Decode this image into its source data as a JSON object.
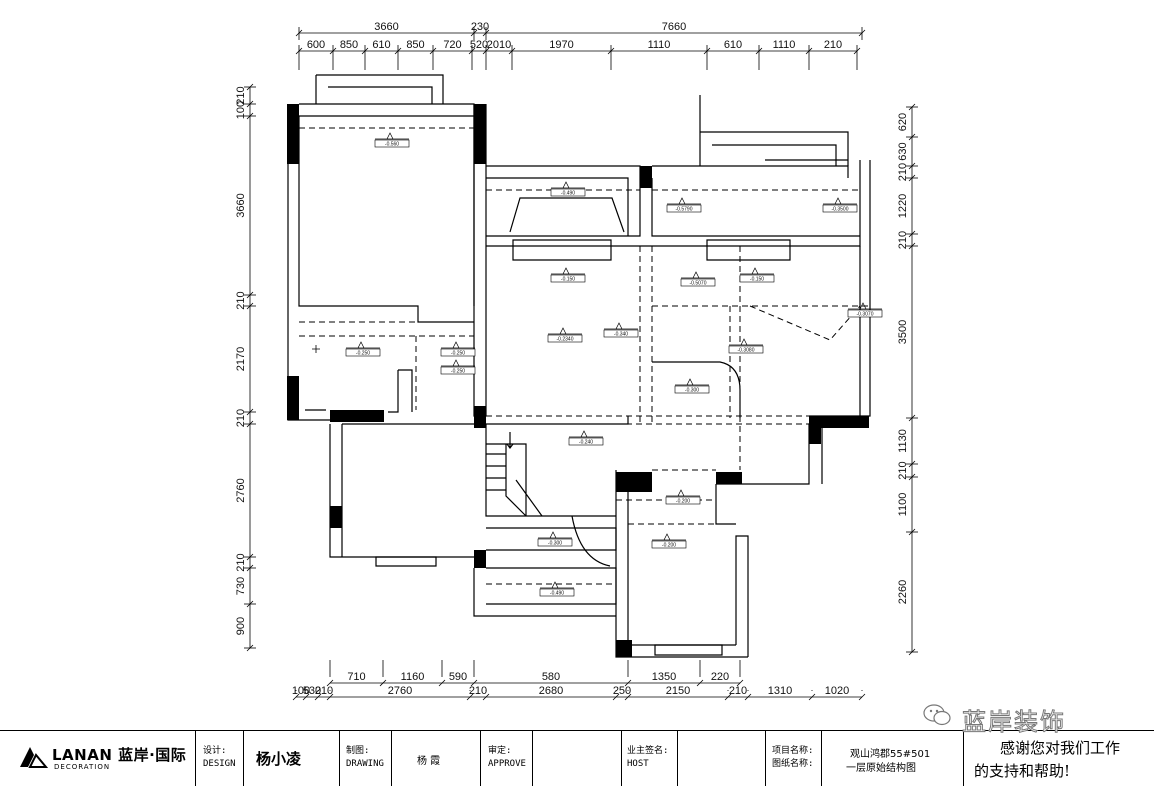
{
  "drawing": {
    "dims_top_total": [
      "3660",
      "230",
      "7660"
    ],
    "dims_top": [
      "600",
      "850",
      "610",
      "850",
      "720",
      "520",
      "2010",
      "1970",
      "1110",
      "610",
      "1110",
      "210"
    ],
    "dims_bottom": [
      "710",
      "1160",
      "590",
      "580",
      "1350",
      "220"
    ],
    "dims_bottom_total": [
      "100",
      "530",
      "210",
      "2760",
      "210",
      "2680",
      "250",
      "2150",
      "210",
      "1310",
      "1020"
    ],
    "dims_left": [
      "210",
      "100",
      "3660",
      "210",
      "2170",
      "210",
      "2760",
      "210",
      "730",
      "900"
    ],
    "dims_right": [
      "620",
      "630",
      "210",
      "1220",
      "210",
      "3500",
      "1130",
      "210",
      "1100",
      "2260"
    ],
    "levels": [
      "-0.560",
      "-0.490",
      "-0.5790",
      "-0.3500",
      "-0.150",
      "-0.5070",
      "-0.150",
      "-0.3070",
      "-0.250",
      "-0.250",
      "-0.250",
      "-0.2340",
      "-0.340",
      "-0.3080",
      "-0.300",
      "-0.240",
      "-0.200",
      "-0.200",
      "-0.300",
      "-0.490"
    ]
  },
  "title_block": {
    "logo_name": "LANAN 蓝岸·国际",
    "logo_sub": "DECORATION",
    "design_label_cn": "设计:",
    "design_label_en": "DESIGN",
    "designer": "杨小凌",
    "drawing_label_cn": "制图:",
    "drawing_label_en": "DRAWING",
    "drafter": "杨 霞",
    "approve_label_cn": "审定:",
    "approve_label_en": "APPROVE",
    "approver": "",
    "owner_label_cn": "业主签名:",
    "owner_label_en": "HOST",
    "owner": "",
    "project_label": "项目名称:",
    "sheet_label": "图纸名称:",
    "project_name": "观山鸿郡55#501",
    "sheet_name": "一层原始结构图",
    "thanks_line1": "感谢您对我们工作",
    "thanks_line2": "的支持和帮助!",
    "watermark": "蓝岸装饰"
  }
}
